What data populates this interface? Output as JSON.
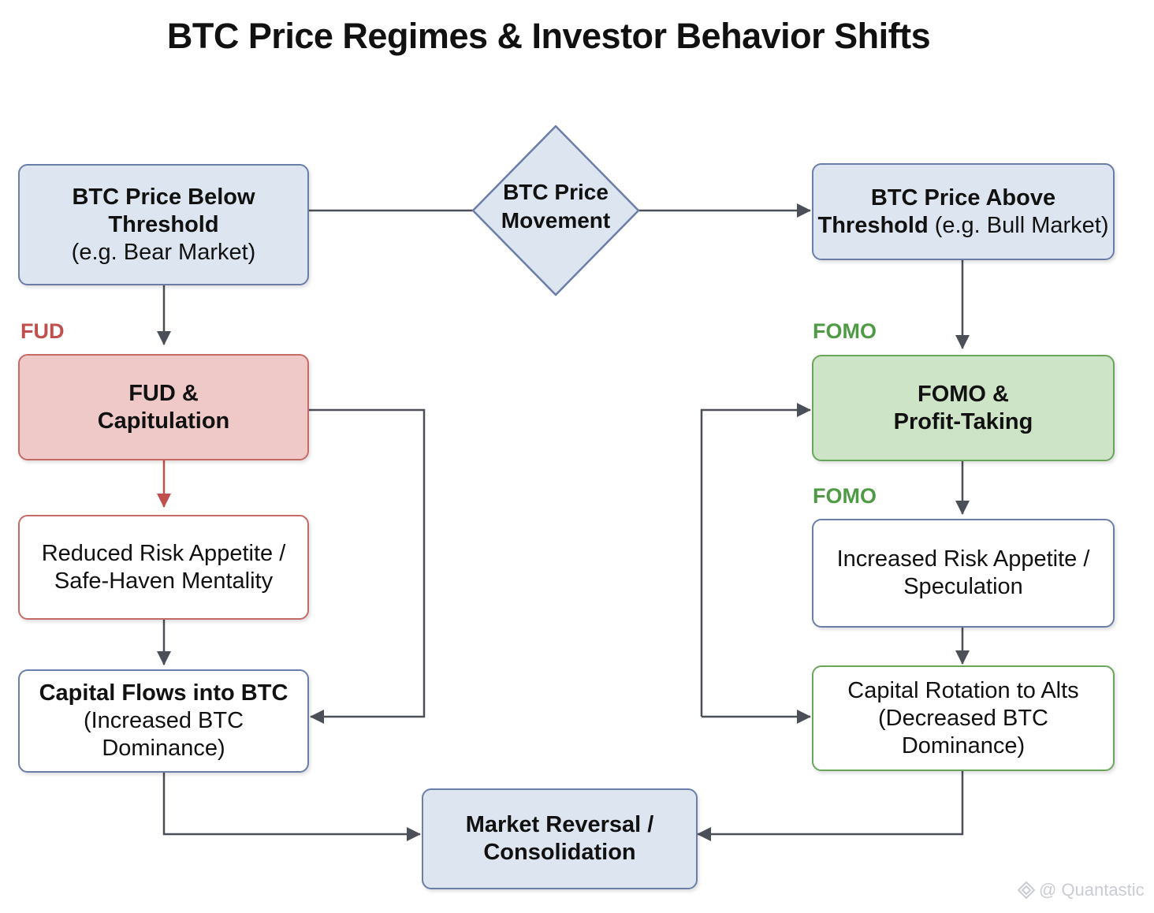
{
  "title": "BTC Price Regimes & Investor Behavior Shifts",
  "decision": {
    "line1": "BTC Price",
    "line2": "Movement"
  },
  "left": {
    "below": {
      "line1": "BTC Price Below",
      "line2": "Threshold",
      "line3": "(e.g. Bear Market)"
    },
    "tag": "FUD",
    "fud": {
      "line1": "FUD &",
      "line2": "Capitulation"
    },
    "reduced": {
      "line1": "Reduced Risk Appetite /",
      "line2": "Safe-Haven Mentality"
    },
    "flows": {
      "line1": "Capital Flows into BTC",
      "line2": "(Increased BTC Dominance)"
    }
  },
  "right": {
    "above": {
      "line1": "BTC Price Above",
      "line2_bold": "Threshold",
      "line2_rest": " (e.g. Bull Market)"
    },
    "tag1": "FOMO",
    "fomo": {
      "line1": "FOMO &",
      "line2": "Profit-Taking"
    },
    "tag2": "FOMO",
    "increased": {
      "line1": "Increased Risk Appetite /",
      "line2": "Speculation"
    },
    "rotation": {
      "line1": "Capital Rotation to Alts",
      "line2": "(Decreased BTC Dominance)"
    }
  },
  "bottom": {
    "line1": "Market Reversal /",
    "line2": "Consolidation"
  },
  "watermark": "@ Quantastic",
  "colors": {
    "fud_tag": "#c0504d",
    "fomo_tag": "#4f9a45",
    "arrow": "#4a4f58",
    "red_arrow": "#c0504d",
    "blue_fill": "#dde5f1",
    "red_fill": "#efc9c7",
    "green_fill": "#cde4c6"
  }
}
